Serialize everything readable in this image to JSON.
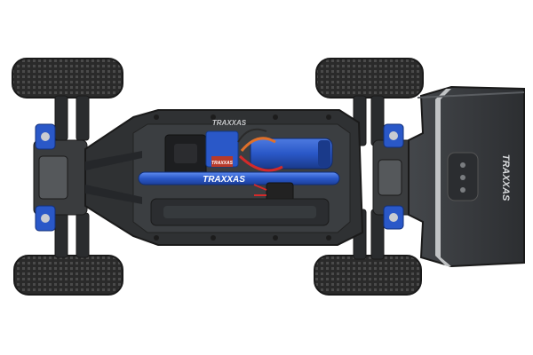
{
  "photo": {
    "subject": "Traxxas RC buggy chassis, top-down view",
    "background_color": "#ffffff",
    "chassis_color": "#2f3133",
    "accent_color": "#2a58c8",
    "wing_color": "#3a3c3f"
  },
  "markings": {
    "chassis_logo": "TRAXXAS",
    "rod_logo": "TRAXXAS",
    "wing_logo": "TRAXXAS",
    "esc_label": "TRAXXAS"
  }
}
